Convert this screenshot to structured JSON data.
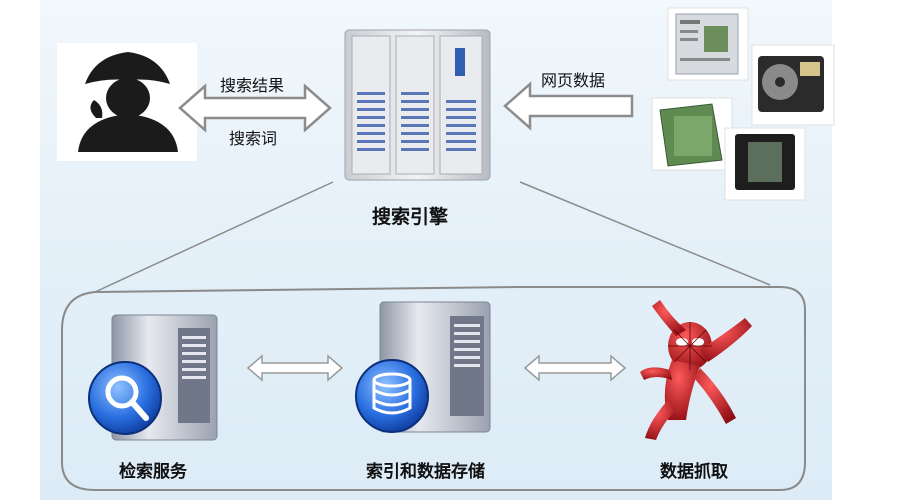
{
  "top": {
    "engine_label": "搜索引擎",
    "result_label": "搜索结果",
    "query_label": "搜索词",
    "webpage_label": "网页数据"
  },
  "bottom": {
    "retrieval_label": "检索服务",
    "index_label": "索引和数据存储",
    "crawl_label": "数据抓取"
  },
  "icons": {
    "user": "pirate-user-icon",
    "server": "server-rack-icon",
    "documents": "document-collection-icon",
    "retrieval": "search-server-icon",
    "index": "database-server-icon",
    "crawler": "spider-crawler-icon"
  },
  "colors": {
    "arrow_fill": "#ffffff",
    "arrow_stroke": "#8c8c8c",
    "frame_stroke": "#8a8a8a",
    "magnifier_blue": "#1f5fd1",
    "spider_red": "#c0141b"
  }
}
